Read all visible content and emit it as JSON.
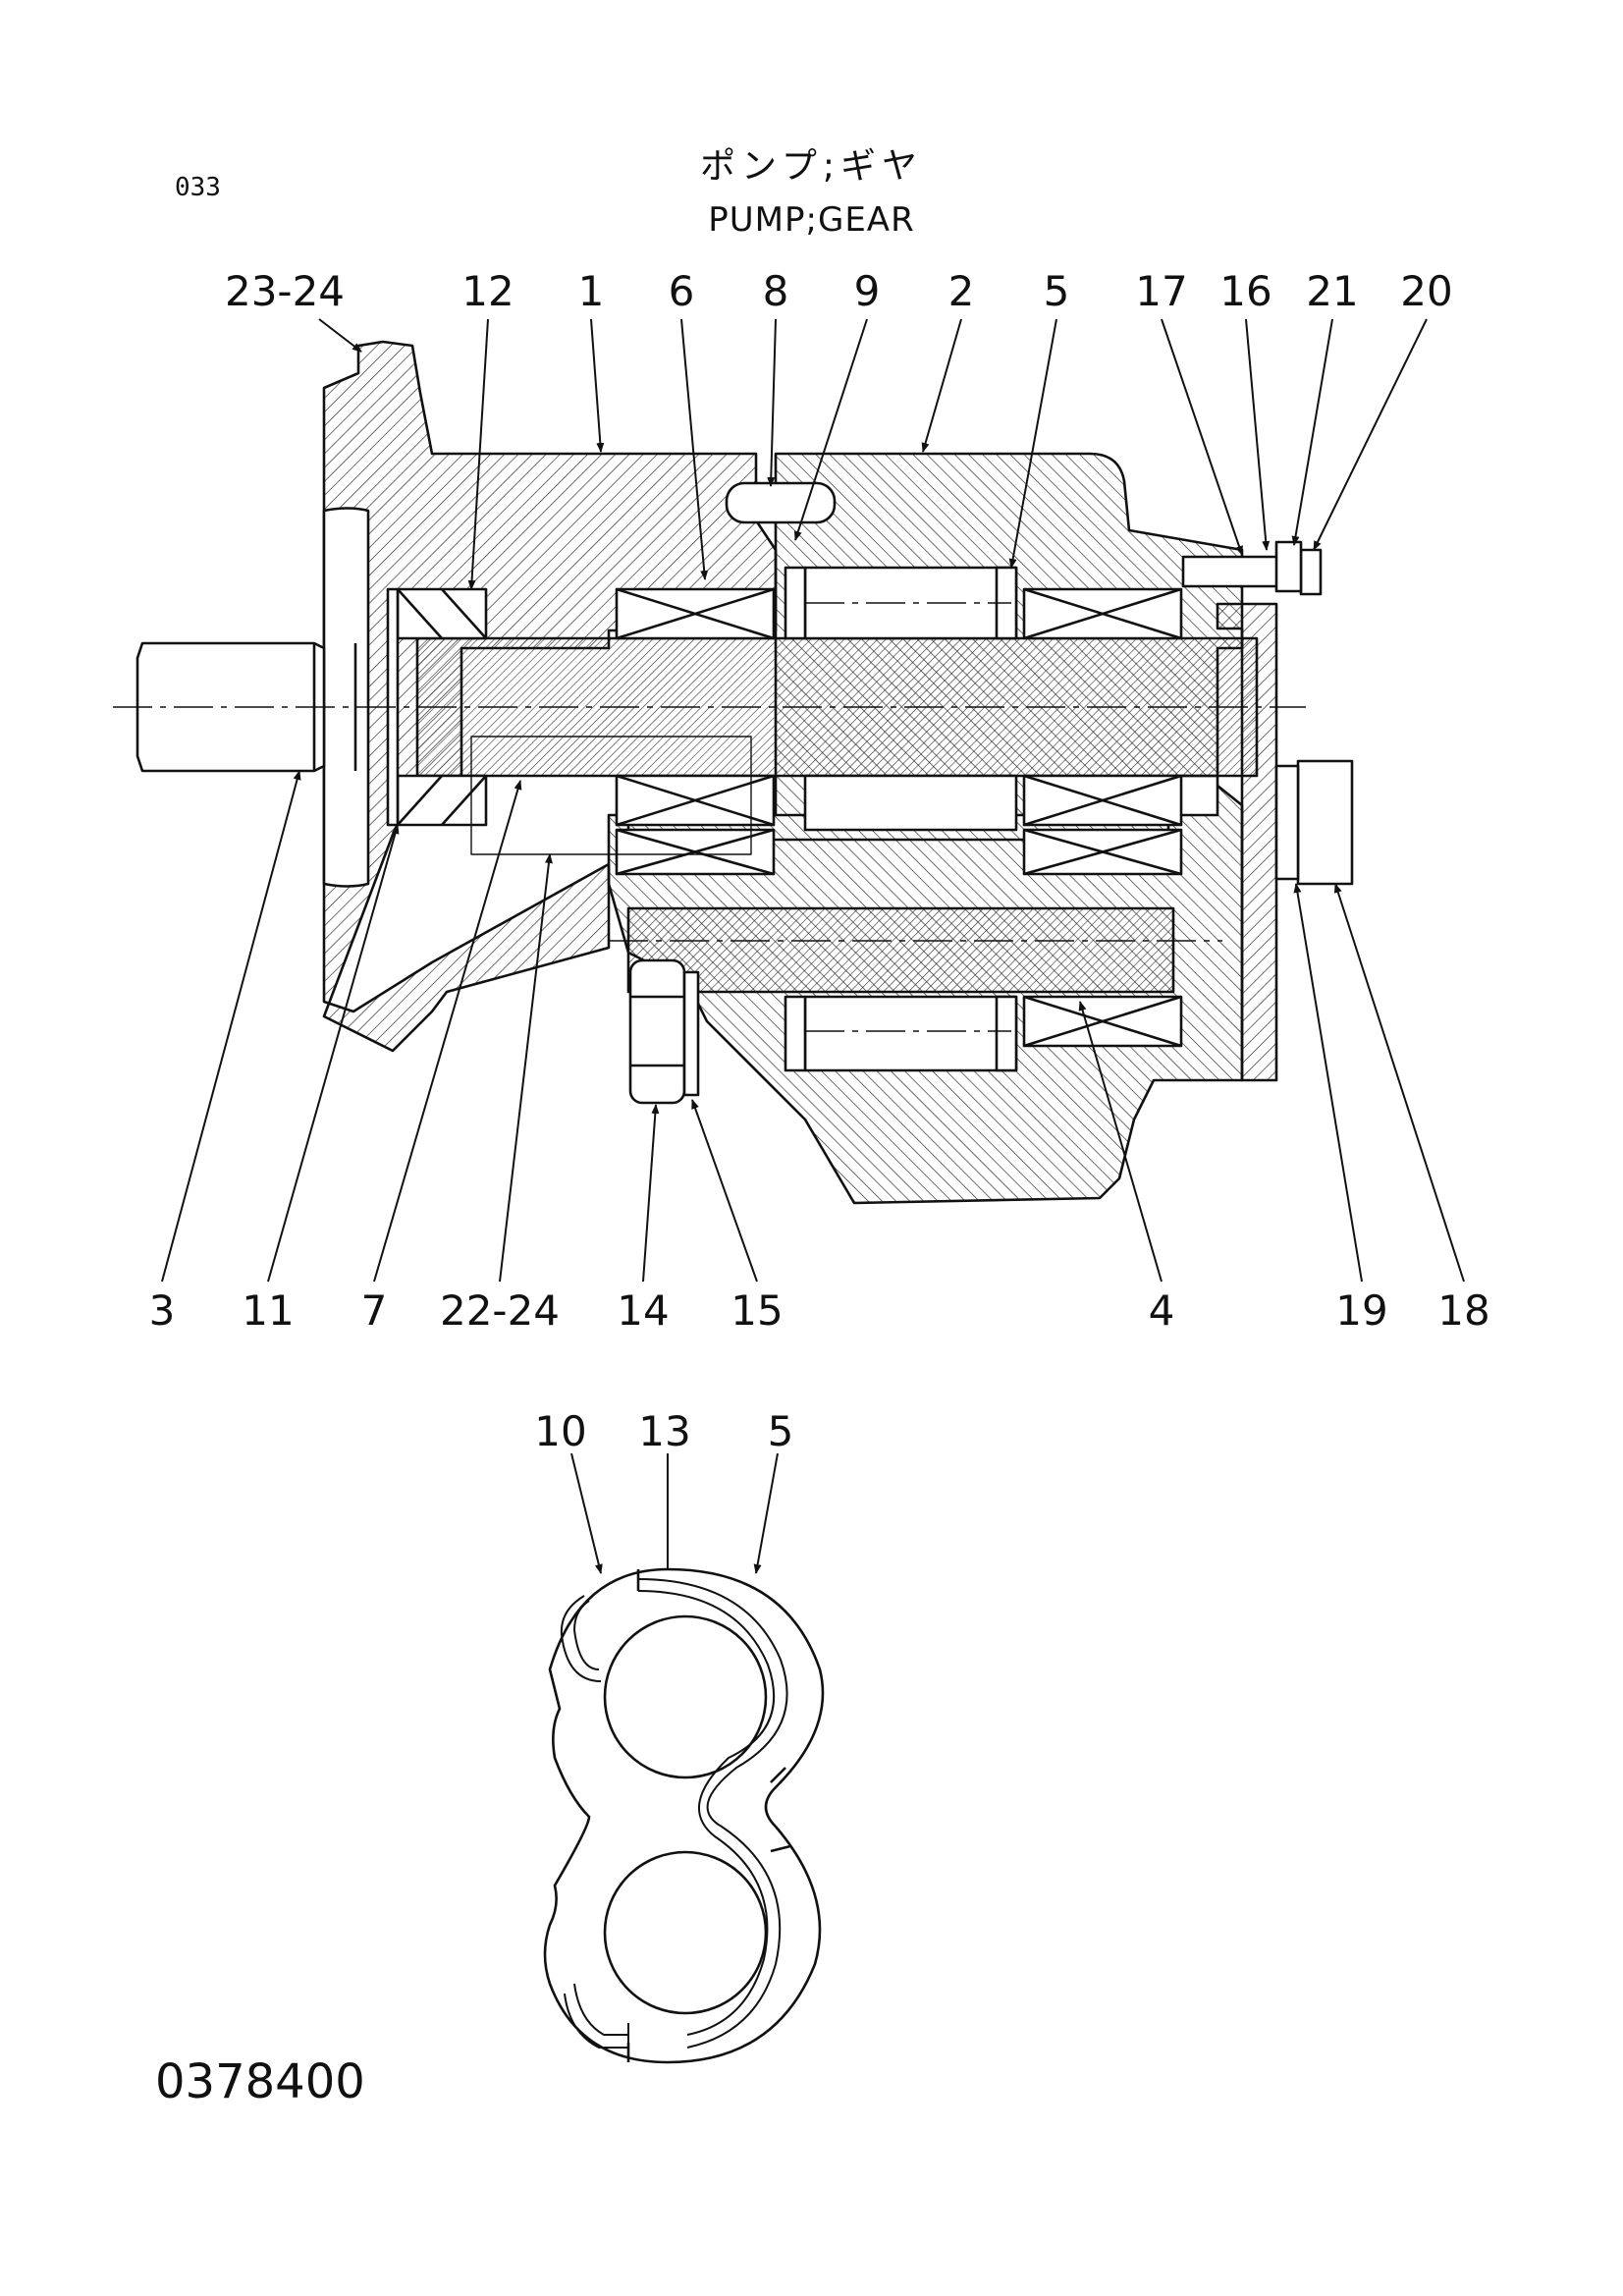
{
  "page_code": "033",
  "title_jp": "ポンプ;ギヤ",
  "title_en": "PUMP;GEAR",
  "drawing_number": "0378400",
  "callouts_top": [
    "23-24",
    "12",
    "1",
    "6",
    "8",
    "9",
    "2",
    "5",
    "17",
    "16",
    "21",
    "20"
  ],
  "callouts_bottom": [
    "3",
    "11",
    "7",
    "22-24",
    "14",
    "15",
    "4",
    "19",
    "18"
  ],
  "callouts_detail": [
    "10",
    "13",
    "5"
  ]
}
